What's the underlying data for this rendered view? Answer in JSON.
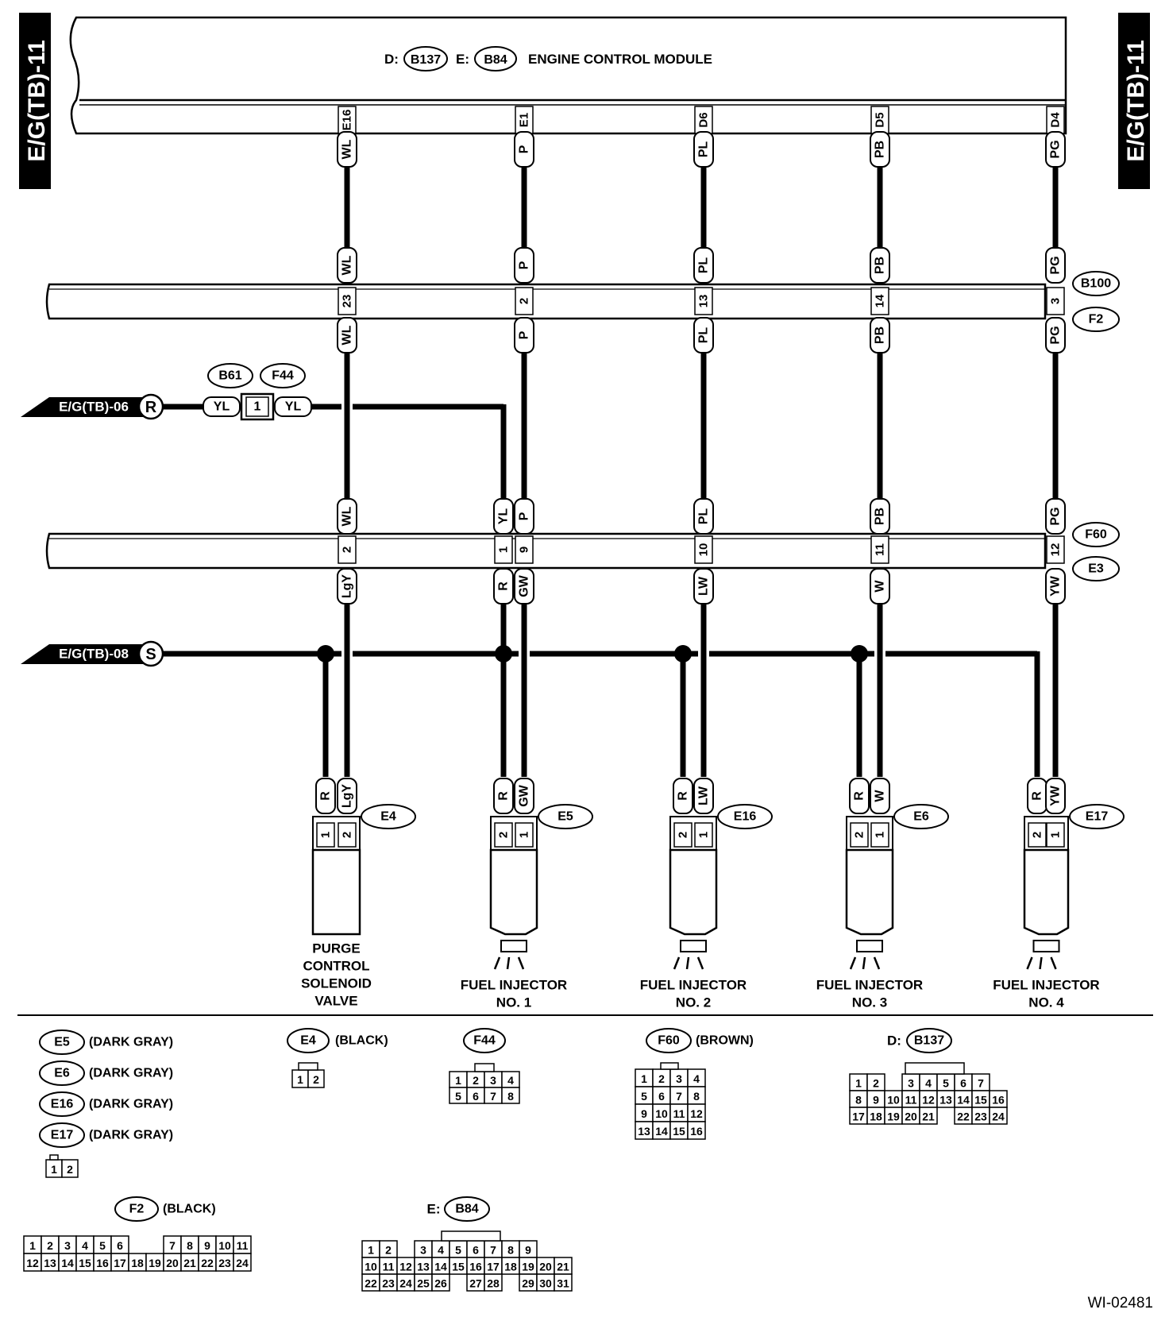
{
  "page_labels": {
    "left": "E/G(TB)-11",
    "right": "E/G(TB)-11",
    "figure_id": "WI-02481"
  },
  "ecm": {
    "prefix_d": "D:",
    "conn_d": "B137",
    "prefix_e": "E:",
    "conn_e": "B84",
    "title": "ENGINE CONTROL MODULE",
    "pins": [
      "E16",
      "E1",
      "D6",
      "D5",
      "D4"
    ]
  },
  "harness_connectors": {
    "upper_top": "B100",
    "upper_bottom": "F2",
    "lower_top": "F60",
    "lower_bottom": "E3",
    "mid_a": "B61",
    "mid_b": "F44"
  },
  "refs": {
    "r_label": "E/G(TB)-06",
    "r_letter": "R",
    "s_label": "E/G(TB)-08",
    "s_letter": "S"
  },
  "mid_connector": {
    "left_wire": "YL",
    "pin": "1",
    "right_wire": "YL"
  },
  "columns": [
    {
      "c1": "WL",
      "c2": "WL",
      "p2": "23",
      "c3": "WL",
      "c4": "WL",
      "p4": "2",
      "c5": "LgY"
    },
    {
      "c1": "P",
      "c2": "P",
      "p2": "2",
      "c3": "P",
      "c4": "P",
      "p4": "9",
      "c5": "GW"
    },
    {
      "c1": "PL",
      "c2": "PL",
      "p2": "13",
      "c3": "PL",
      "c4": "PL",
      "p4": "10",
      "c5": "LW"
    },
    {
      "c1": "PB",
      "c2": "PB",
      "p2": "14",
      "c3": "PB",
      "c4": "PB",
      "p4": "11",
      "c5": "W"
    },
    {
      "c1": "PG",
      "c2": "PG",
      "p2": "3",
      "c3": "PG",
      "c4": "PG",
      "p4": "12",
      "c5": "YW"
    }
  ],
  "yl_branch": {
    "c4": "YL",
    "p4": "1",
    "c5": "R"
  },
  "devices": [
    {
      "conn": "E4",
      "ground": "R",
      "signal": "LgY",
      "pin_left": "1",
      "pin_right": "2",
      "lines": [
        "PURGE",
        "CONTROL",
        "SOLENOID",
        "VALVE"
      ]
    },
    {
      "conn": "E5",
      "ground": "R",
      "signal": "GW",
      "pin_left": "2",
      "pin_right": "1",
      "lines": [
        "FUEL INJECTOR",
        "NO. 1"
      ]
    },
    {
      "conn": "E16",
      "ground": "R",
      "signal": "LW",
      "pin_left": "2",
      "pin_right": "1",
      "lines": [
        "FUEL INJECTOR",
        "NO. 2"
      ]
    },
    {
      "conn": "E6",
      "ground": "R",
      "signal": "W",
      "pin_left": "2",
      "pin_right": "1",
      "lines": [
        "FUEL INJECTOR",
        "NO. 3"
      ]
    },
    {
      "conn": "E17",
      "ground": "R",
      "signal": "YW",
      "pin_left": "2",
      "pin_right": "1",
      "lines": [
        "FUEL INJECTOR",
        "NO. 4"
      ]
    }
  ],
  "legend": {
    "injector_group": [
      {
        "id": "E5",
        "color": "(DARK GRAY)"
      },
      {
        "id": "E6",
        "color": "(DARK GRAY)"
      },
      {
        "id": "E16",
        "color": "(DARK GRAY)"
      },
      {
        "id": "E17",
        "color": "(DARK GRAY)"
      }
    ],
    "e4": {
      "id": "E4",
      "color": "(BLACK)"
    },
    "f44": {
      "id": "F44"
    },
    "f60": {
      "id": "F60",
      "color": "(BROWN)"
    },
    "b137": {
      "prefix": "D:",
      "id": "B137"
    },
    "f2": {
      "id": "F2",
      "color": "(BLACK)"
    },
    "b84": {
      "prefix": "E:",
      "id": "B84"
    }
  },
  "pinouts": {
    "e_inj": [
      [
        "1",
        "2"
      ]
    ],
    "e4": [
      [
        "1",
        "2"
      ]
    ],
    "f44": [
      [
        "1",
        "2",
        "3",
        "4"
      ],
      [
        "5",
        "6",
        "7",
        "8"
      ]
    ],
    "f60": [
      [
        "1",
        "2",
        "3",
        "4"
      ],
      [
        "5",
        "6",
        "7",
        "8"
      ],
      [
        "9",
        "10",
        "11",
        "12"
      ],
      [
        "13",
        "14",
        "15",
        "16"
      ]
    ],
    "b137": [
      [
        "1",
        "2",
        "",
        "3",
        "4",
        "5",
        "6",
        "7"
      ],
      [
        "8",
        "9",
        "10",
        "11",
        "12",
        "13",
        "14",
        "15",
        "16"
      ],
      [
        "17",
        "18",
        "19",
        "20",
        "21",
        "",
        "22",
        "23",
        "24"
      ]
    ],
    "f2": [
      [
        "1",
        "2",
        "3",
        "4",
        "5",
        "6",
        "",
        "",
        "7",
        "8",
        "9",
        "10",
        "11"
      ],
      [
        "12",
        "13",
        "14",
        "15",
        "16",
        "17",
        "18",
        "19",
        "20",
        "21",
        "22",
        "23",
        "24"
      ]
    ],
    "b84": [
      [
        "1",
        "2",
        "",
        "3",
        "4",
        "5",
        "6",
        "7",
        "8",
        "9"
      ],
      [
        "10",
        "11",
        "12",
        "13",
        "14",
        "15",
        "16",
        "17",
        "18",
        "19",
        "20",
        "21"
      ],
      [
        "22",
        "23",
        "24",
        "25",
        "26",
        "",
        "27",
        "28",
        "",
        "29",
        "30",
        "31"
      ]
    ]
  },
  "colors": {
    "ink": "#000000",
    "paper": "#ffffff"
  }
}
